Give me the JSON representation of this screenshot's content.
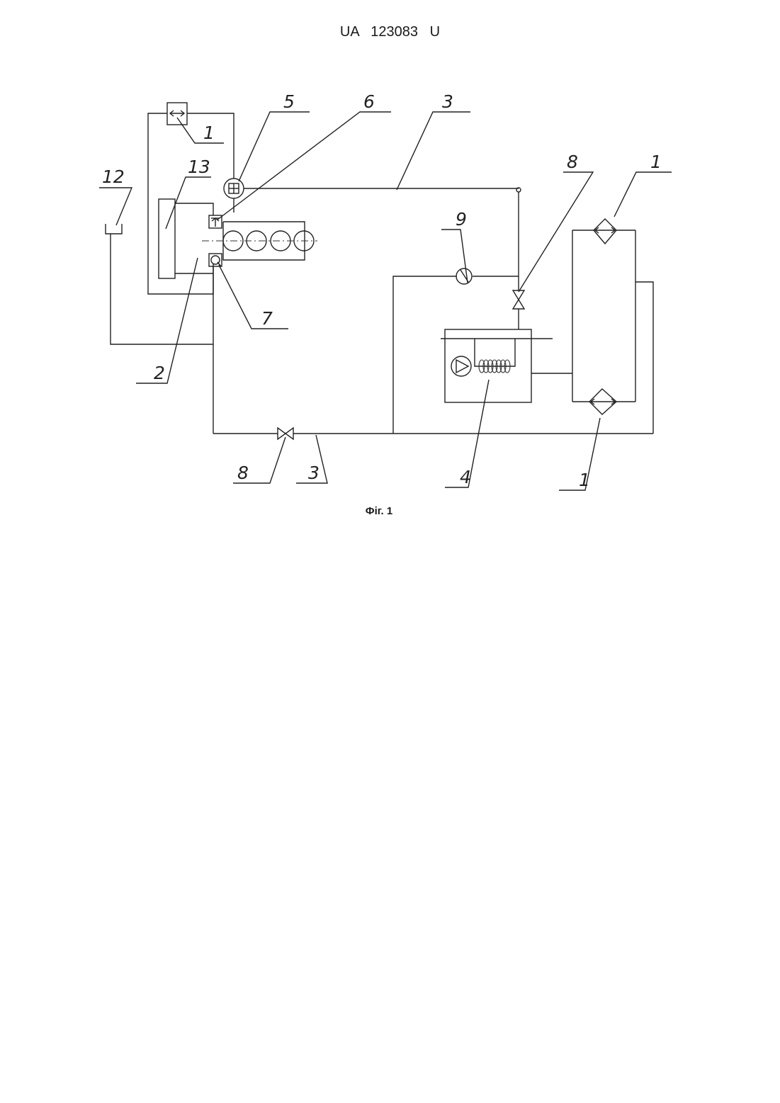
{
  "header": {
    "doc_code": "UA",
    "doc_number": "123083",
    "doc_kind": "U"
  },
  "figure": {
    "caption": "Фіг. 1",
    "labels": {
      "l1_top": "1",
      "l1_right_top": "1",
      "l1_bottom": "1",
      "l2": "2",
      "l3_top": "3",
      "l3_bottom": "3",
      "l4": "4",
      "l5": "5",
      "l6": "6",
      "l7": "7",
      "l8_right": "8",
      "l8_bottom": "8",
      "l9": "9",
      "l12": "12",
      "l13": "13"
    }
  }
}
